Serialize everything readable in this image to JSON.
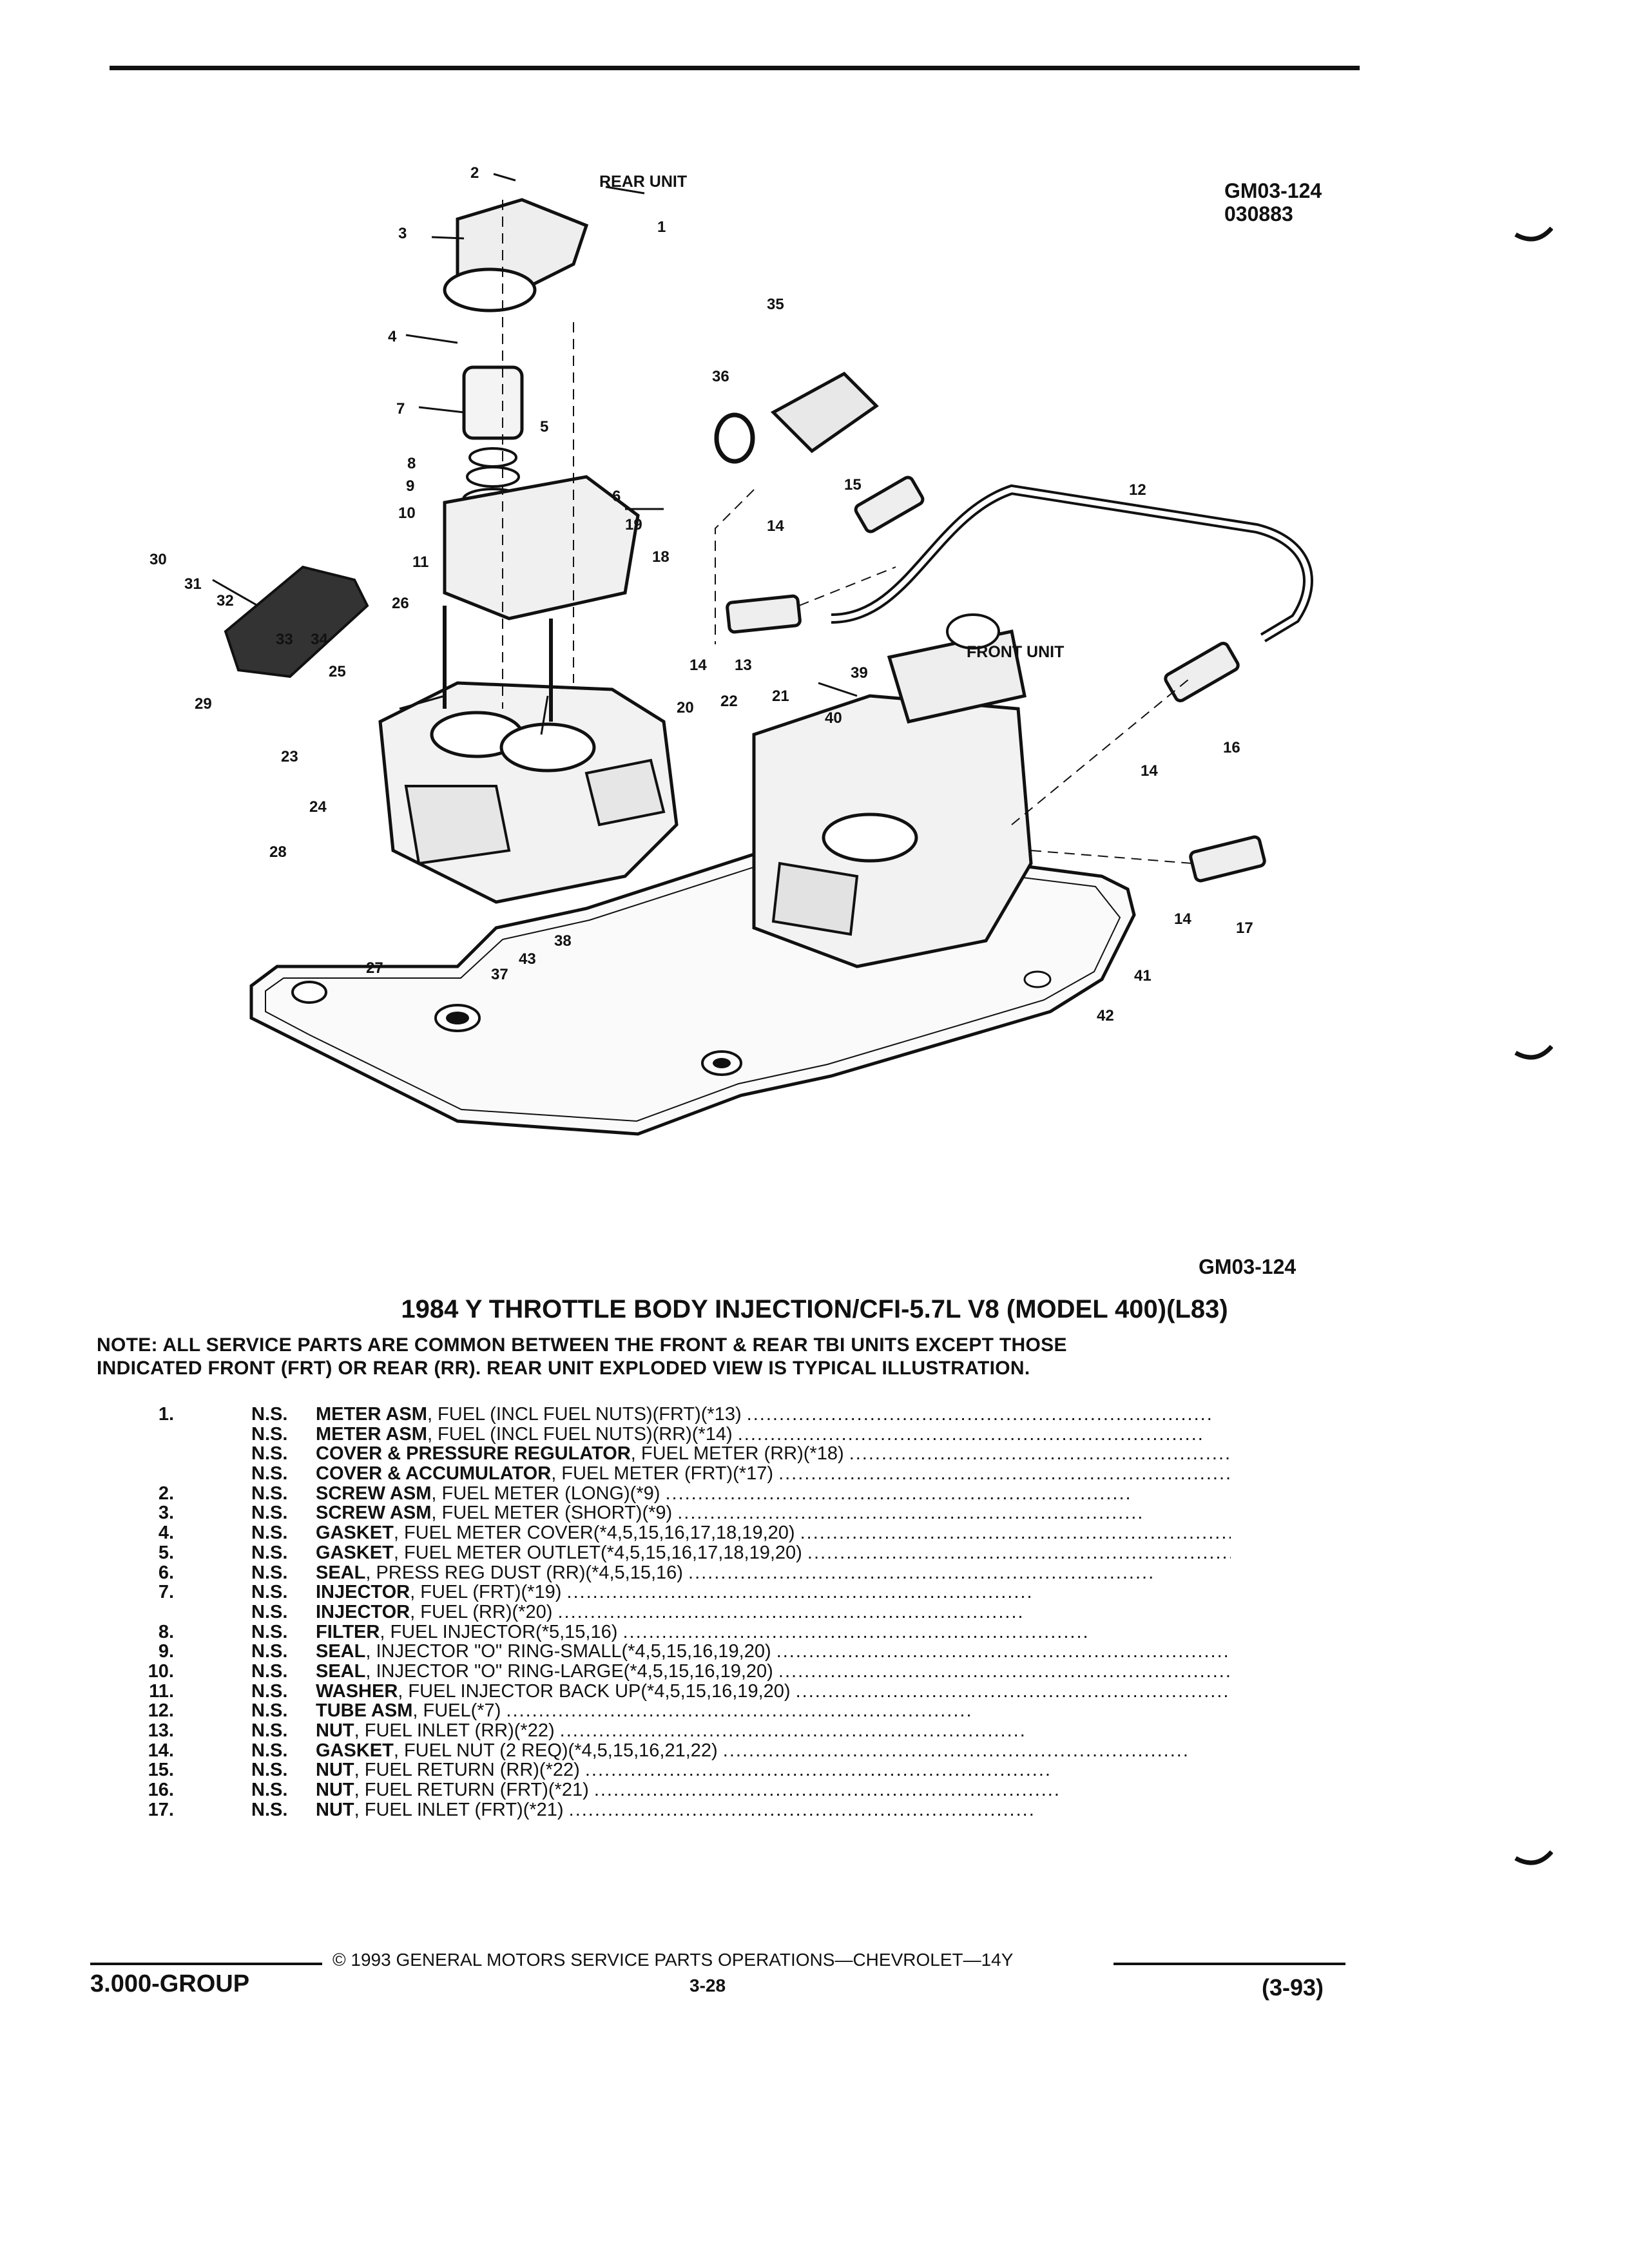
{
  "figure": {
    "id_top": "GM03-124",
    "date_code": "030883",
    "id_bottom": "GM03-124",
    "labels": {
      "rear_unit": "REAR UNIT",
      "front_unit": "FRONT UNIT"
    },
    "callouts": [
      "1",
      "2",
      "3",
      "4",
      "5",
      "6",
      "7",
      "8",
      "9",
      "10",
      "11",
      "12",
      "13",
      "14",
      "15",
      "16",
      "17",
      "18",
      "19",
      "20",
      "21",
      "22",
      "23",
      "24",
      "25",
      "26",
      "27",
      "28",
      "29",
      "30",
      "31",
      "32",
      "33",
      "34",
      "35",
      "36",
      "37",
      "38",
      "39",
      "40",
      "41",
      "42",
      "43"
    ]
  },
  "title": "1984 Y THROTTLE BODY INJECTION/CFI-5.7L V8 (MODEL 400)(L83)",
  "note": {
    "line1": "NOTE:  ALL SERVICE PARTS ARE COMMON BETWEEN THE FRONT & REAR TBI UNITS EXCEPT THOSE",
    "line2": "INDICATED FRONT (FRT) OR REAR (RR). REAR UNIT EXPLODED VIEW IS TYPICAL ILLUSTRATION."
  },
  "parts": [
    {
      "no": "1.",
      "ns": "N.S.",
      "name": "METER ASM",
      "desc": ", FUEL (INCL FUEL NUTS)(FRT)(*13)"
    },
    {
      "no": "",
      "ns": "N.S.",
      "name": "METER ASM",
      "desc": ", FUEL (INCL FUEL NUTS)(RR)(*14)"
    },
    {
      "no": "",
      "ns": "N.S.",
      "name": "COVER & PRESSURE REGULATOR",
      "desc": ", FUEL METER (RR)(*18)"
    },
    {
      "no": "",
      "ns": "N.S.",
      "name": "COVER & ACCUMULATOR",
      "desc": ", FUEL METER (FRT)(*17)"
    },
    {
      "no": "2.",
      "ns": "N.S.",
      "name": "SCREW ASM",
      "desc": ", FUEL METER (LONG)(*9)"
    },
    {
      "no": "3.",
      "ns": "N.S.",
      "name": "SCREW ASM",
      "desc": ", FUEL METER (SHORT)(*9)"
    },
    {
      "no": "4.",
      "ns": "N.S.",
      "name": "GASKET",
      "desc": ", FUEL METER COVER(*4,5,15,16,17,18,19,20)"
    },
    {
      "no": "5.",
      "ns": "N.S.",
      "name": "GASKET",
      "desc": ", FUEL METER OUTLET(*4,5,15,16,17,18,19,20)"
    },
    {
      "no": "6.",
      "ns": "N.S.",
      "name": "SEAL",
      "desc": ", PRESS REG DUST (RR)(*4,5,15,16)"
    },
    {
      "no": "7.",
      "ns": "N.S.",
      "name": "INJECTOR",
      "desc": ", FUEL (FRT)(*19)"
    },
    {
      "no": "",
      "ns": "N.S.",
      "name": "INJECTOR",
      "desc": ", FUEL (RR)(*20)"
    },
    {
      "no": "8.",
      "ns": "N.S.",
      "name": "FILTER",
      "desc": ", FUEL INJECTOR(*5,15,16)"
    },
    {
      "no": "9.",
      "ns": "N.S.",
      "name": "SEAL",
      "desc": ", INJECTOR \"O\" RING-SMALL(*4,5,15,16,19,20)"
    },
    {
      "no": "10.",
      "ns": "N.S.",
      "name": "SEAL",
      "desc": ", INJECTOR \"O\" RING-LARGE(*4,5,15,16,19,20)"
    },
    {
      "no": "11.",
      "ns": "N.S.",
      "name": "WASHER",
      "desc": ", FUEL INJECTOR BACK UP(*4,5,15,16,19,20)"
    },
    {
      "no": "12.",
      "ns": "N.S.",
      "name": "TUBE ASM",
      "desc": ", FUEL(*7)"
    },
    {
      "no": "13.",
      "ns": "N.S.",
      "name": "NUT",
      "desc": ", FUEL INLET (RR)(*22)"
    },
    {
      "no": "14.",
      "ns": "N.S.",
      "name": "GASKET",
      "desc": ", FUEL NUT (2 REQ)(*4,5,15,16,21,22)"
    },
    {
      "no": "15.",
      "ns": "N.S.",
      "name": "NUT",
      "desc": ", FUEL RETURN (RR)(*22)"
    },
    {
      "no": "16.",
      "ns": "N.S.",
      "name": "NUT",
      "desc": ", FUEL RETURN (FRT)(*21)"
    },
    {
      "no": "17.",
      "ns": "N.S.",
      "name": "NUT",
      "desc": ", FUEL INLET (FRT)(*21)"
    }
  ],
  "footer": {
    "copyright": "© 1993 GENERAL MOTORS SERVICE PARTS OPERATIONS—CHEVROLET—14Y",
    "group": "3.000-GROUP",
    "page": "3-28",
    "date": "(3-93)"
  }
}
